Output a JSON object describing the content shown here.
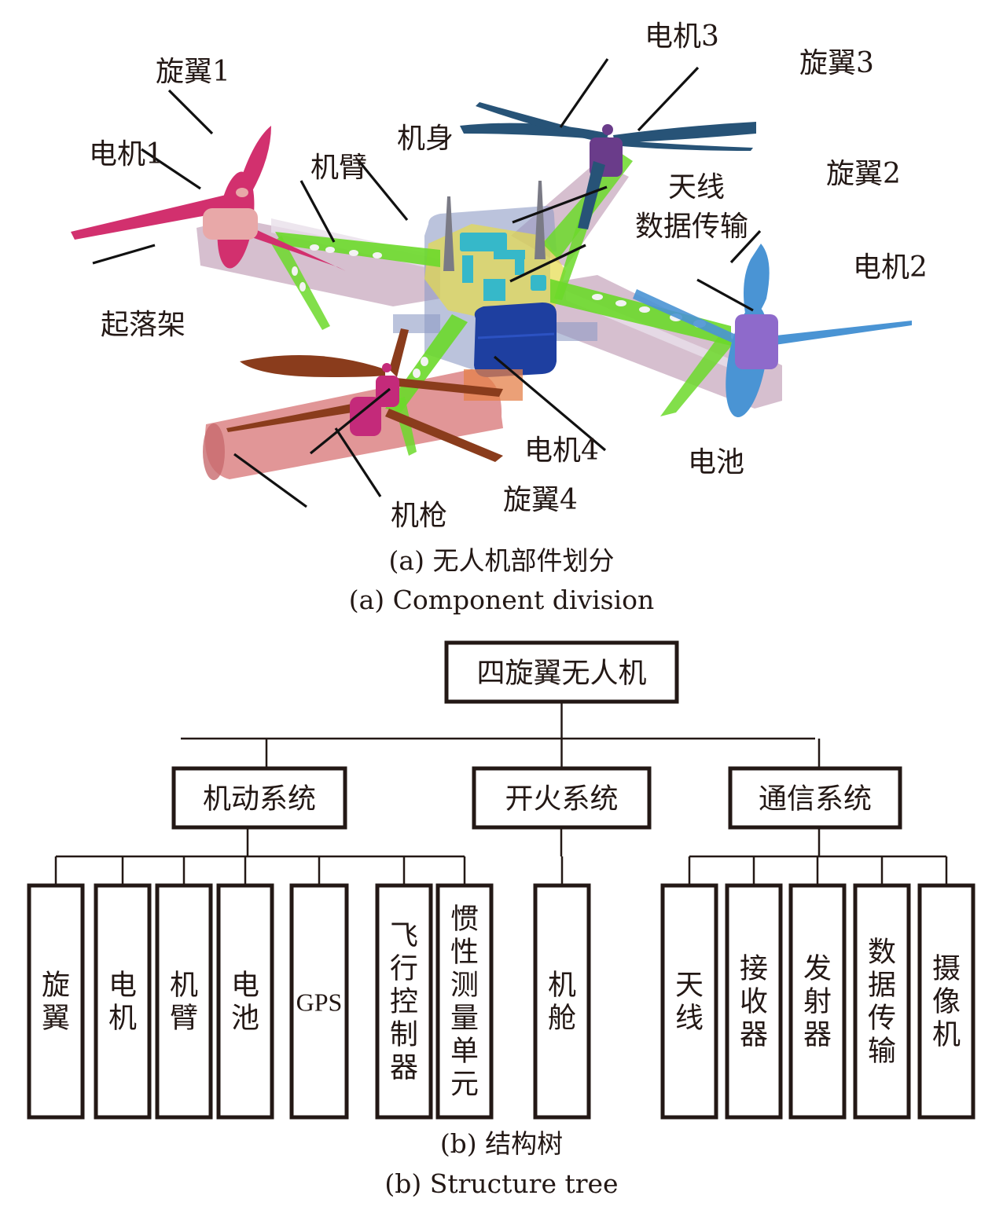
{
  "figure_a": {
    "caption_cn": "(a) 无人机部件划分",
    "caption_en": "(a) Component division",
    "labels": {
      "rotor1": "旋翼1",
      "motor1": "电机1",
      "arm": "机臂",
      "body": "机身",
      "motor3": "电机3",
      "rotor3": "旋翼3",
      "antenna": "天线",
      "data_transmission": "数据传输",
      "rotor2": "旋翼2",
      "motor2": "电机2",
      "landing_gear": "起落架",
      "motor4": "电机4",
      "battery": "电池",
      "rotor4": "旋翼4",
      "machine_gun": "机枪"
    },
    "colors": {
      "rotor1": "#d2306e",
      "rotor2": "#4a94d4",
      "rotor3": "#275377",
      "rotor4": "#8a3c1c",
      "arm": "#6cd92a",
      "frame": "#b58aa8",
      "body": "#8d9bc4",
      "core": "#e5dc4a",
      "battery": "#1e3fa0",
      "electronics": "#36b8c9",
      "gun": "#d8787a"
    }
  },
  "figure_b": {
    "caption_cn": "(b) 结构树",
    "caption_en": "(b) Structure tree",
    "root": "四旋翼无人机",
    "systems": [
      {
        "label": "机动系统",
        "children": [
          "旋翼",
          "电机",
          "机臂",
          "电池",
          "GPS",
          "飞行控制器",
          "惯性测量单元"
        ]
      },
      {
        "label": "开火系统",
        "children": [
          "机舱"
        ]
      },
      {
        "label": "通信系统",
        "children": [
          "天线",
          "接收器",
          "发射器",
          "数据传输",
          "摄像机"
        ]
      }
    ]
  }
}
